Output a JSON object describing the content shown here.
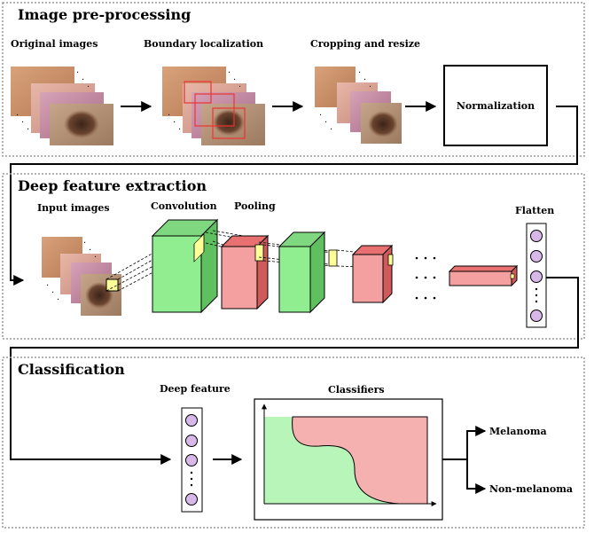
{
  "sections": {
    "preprocessing": {
      "title": "Image pre-processing",
      "steps": [
        "Original images",
        "Boundary localization",
        "Cropping and resize"
      ],
      "normalization": "Normalization"
    },
    "feature_extraction": {
      "title": "Deep feature extraction",
      "labels": [
        "Input images",
        "Convolution",
        "Pooling",
        "Flatten"
      ]
    },
    "classification": {
      "title": "Classification",
      "deep_feature": "Deep feature",
      "classifiers": "Classifiers",
      "outputs": [
        "Melanoma",
        "Non-melanoma"
      ]
    }
  },
  "colors": {
    "section_border": "#999999",
    "conv_green": "#90ee90",
    "pool_red": "#f08080",
    "feature_node": "#d8b8e8",
    "yellow_patch": "#ffff99",
    "classifier_green": "#b8f5b8",
    "classifier_red": "#f5b0b0"
  }
}
